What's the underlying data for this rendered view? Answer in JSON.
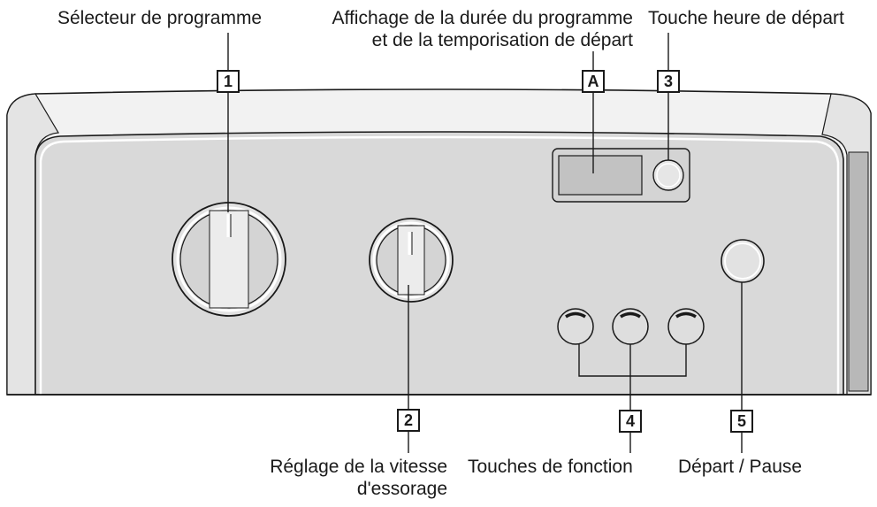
{
  "labels": {
    "program_selector": "Sélecteur de programme",
    "display_line1": "Affichage de la durée du programme",
    "display_line2": "et de la temporisation de départ",
    "start_time_key": "Touche heure de départ",
    "spin_speed_line1": "Réglage de la vitesse",
    "spin_speed_line2": "d'essorage",
    "function_keys": "Touches de fonction",
    "start_pause": "Départ / Pause"
  },
  "callouts": {
    "c1": "1",
    "cA": "A",
    "c3": "3",
    "c2": "2",
    "c4": "4",
    "c5": "5"
  },
  "colors": {
    "panel": "#d9d9d9",
    "panel_edge": "#ffffff",
    "frame": "#f4f4f4",
    "outline": "#1a1a1a",
    "display": "#c6c6c6",
    "button_accent": "#1a1a1a"
  }
}
